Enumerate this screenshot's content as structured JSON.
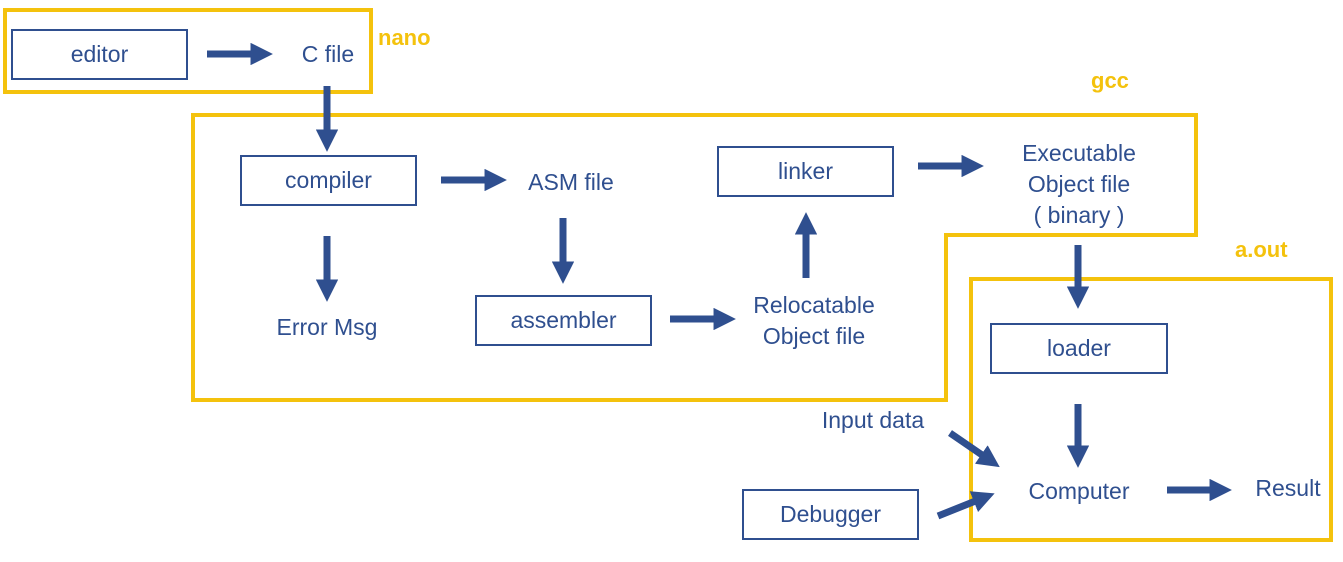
{
  "colors": {
    "group": "#F4C20D",
    "node": "#2F4F8F",
    "arrow": "#2F4F8F"
  },
  "groups": {
    "nano": "nano",
    "gcc": "gcc",
    "aout": "a.out"
  },
  "nodes": {
    "editor": "editor",
    "c_file": "C file",
    "compiler": "compiler",
    "asm_file": "ASM file",
    "error_msg": "Error Msg",
    "assembler": "assembler",
    "relocatable_1": "Relocatable",
    "relocatable_2": "Object file",
    "linker": "linker",
    "executable_1": "Executable",
    "executable_2": "Object file",
    "executable_3": "( binary )",
    "loader": "loader",
    "input_data": "Input data",
    "debugger": "Debugger",
    "computer": "Computer",
    "result": "Result"
  }
}
